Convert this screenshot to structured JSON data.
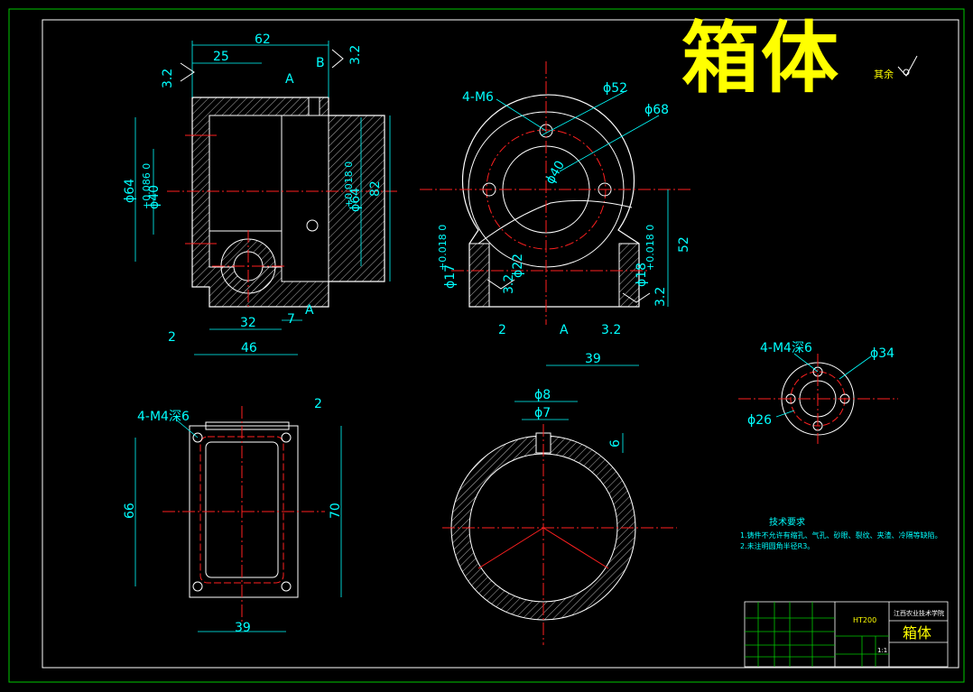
{
  "drawing": {
    "title": "箱体",
    "roughness_note": "其余",
    "tech_req": {
      "heading": "技术要求",
      "line1": "1.铸件不允许有缩孔、气孔、砂眼、裂纹、夹渣、冷隔等缺陷。",
      "line2": "2.未注明圆角半径R3。"
    },
    "front_view": {
      "d62": "62",
      "d25": "25",
      "d32": "32",
      "d7": "7",
      "d46": "46",
      "d2": "2",
      "d82": "82",
      "d64": "ϕ64",
      "d40": "ϕ40",
      "tol40": "+0.086 0",
      "d64r": "ϕ64",
      "tol64r": "+0.018 0",
      "r1": "3.2",
      "r2": "3.2",
      "secA": "A",
      "secB": "B"
    },
    "side_view": {
      "m6": "4-M6",
      "d52": "ϕ52",
      "d68": "ϕ68",
      "d40": "ϕ40",
      "d22": "ϕ22",
      "d17": "ϕ17",
      "tol17": "+0.018 0",
      "d18": "ϕ18",
      "tol18": "+0.018 0",
      "d2": "2",
      "d39": "39",
      "d52v": "52",
      "r1": "3.2",
      "r2": "3.2",
      "r3": "3.2",
      "secA": "A"
    },
    "top_view": {
      "m4": "4-M4深6",
      "d66": "66",
      "d70": "70",
      "d39": "39",
      "d2": "2"
    },
    "section_view": {
      "d8": "ϕ8",
      "d7": "ϕ7",
      "d6": "6"
    },
    "cover_view": {
      "m4": "4-M4深6",
      "d34": "ϕ34",
      "d26": "ϕ26"
    },
    "title_block": {
      "part": "箱体",
      "company": "江西农业技术学院",
      "code": "HT200",
      "scale": "1:1"
    }
  }
}
